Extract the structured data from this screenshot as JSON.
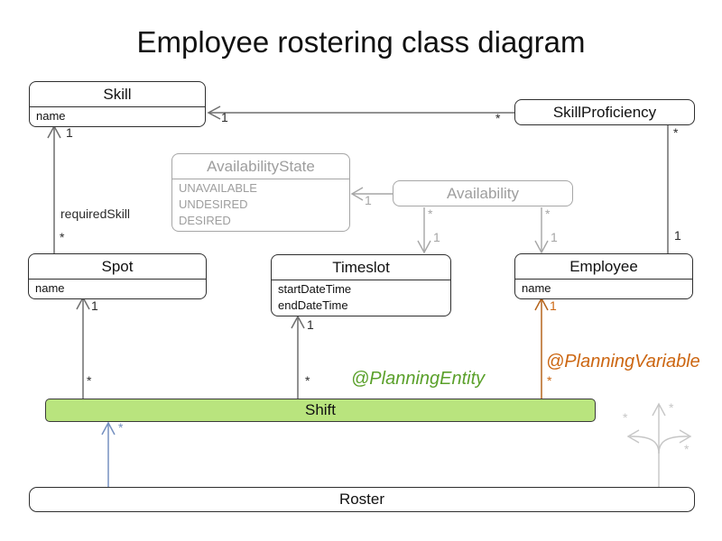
{
  "title": "Employee rostering class diagram",
  "classes": {
    "skill": {
      "name": "Skill",
      "attributes": [
        "name"
      ]
    },
    "skillProficiency": {
      "name": "SkillProficiency"
    },
    "availabilityState": {
      "name": "AvailabilityState",
      "attributes": [
        "UNAVAILABLE",
        "UNDESIRED",
        "DESIRED"
      ]
    },
    "availability": {
      "name": "Availability"
    },
    "spot": {
      "name": "Spot",
      "attributes": [
        "name"
      ]
    },
    "timeslot": {
      "name": "Timeslot",
      "attributes": [
        "startDateTime",
        "endDateTime"
      ]
    },
    "employee": {
      "name": "Employee",
      "attributes": [
        "name"
      ]
    },
    "shift": {
      "name": "Shift"
    },
    "roster": {
      "name": "Roster"
    }
  },
  "annotations": {
    "planning_entity": "@PlanningEntity",
    "planning_variable": "@PlanningVariable"
  },
  "labels": {
    "spf_skill_1": "1",
    "spf_skill_star": "*",
    "required_skill": "requiredSkill",
    "spot_skill_star": "*",
    "spot_skill_1": "1",
    "avail_state_1": "1",
    "avail_timeslot_star": "*",
    "avail_timeslot_1": "1",
    "avail_employee_star": "*",
    "avail_employee_1": "1",
    "spf_employee_star": "*",
    "spf_employee_1": "1",
    "shift_spot_star": "*",
    "shift_spot_1": "1",
    "shift_timeslot_star": "*",
    "shift_timeslot_1": "1",
    "shift_employee_star": "*",
    "shift_employee_1": "1",
    "roster_shift_star": "*",
    "fan_left_star": "*",
    "fan_top_star": "*",
    "fan_right_star": "*"
  },
  "colors": {
    "shift_fill": "#b9e47e",
    "entity_green": "#5aa02a",
    "variable_orange": "#cc6611",
    "roster_blue": "#7590c0",
    "line_dark": "#6e6e6e",
    "line_gray": "#a6a6a6",
    "line_light": "#c6c6c6"
  }
}
